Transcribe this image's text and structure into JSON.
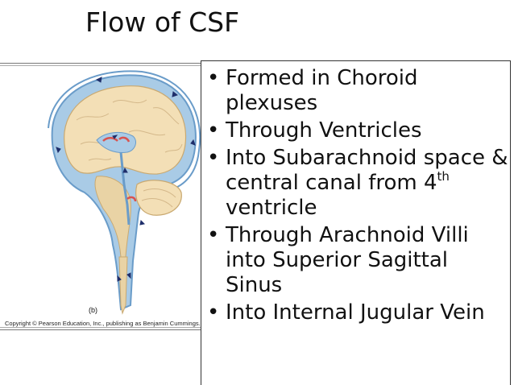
{
  "slide": {
    "title": "Flow of CSF"
  },
  "figure": {
    "label": "(b)",
    "copyright": "Copyright © Pearson Education, Inc., publishing as Benjamin Cummings."
  },
  "bullets": [
    {
      "text": "Formed in Choroid plexuses"
    },
    {
      "text": "Through Ventricles"
    },
    {
      "text_before": "Into Subarachnoid space & central canal from 4",
      "superscript": "th",
      "text_after": " ventricle"
    },
    {
      "text": "Through Arachnoid Villi into Superior Sagittal Sinus"
    },
    {
      "text": "Into Internal Jugular Vein"
    }
  ],
  "bullet_glyph": "•",
  "colors": {
    "csf_blue": "#7fb3d8",
    "brain_tan": "#f3dfb6",
    "choroid_red": "#d9534f",
    "arrow": "#1f2f6b"
  }
}
